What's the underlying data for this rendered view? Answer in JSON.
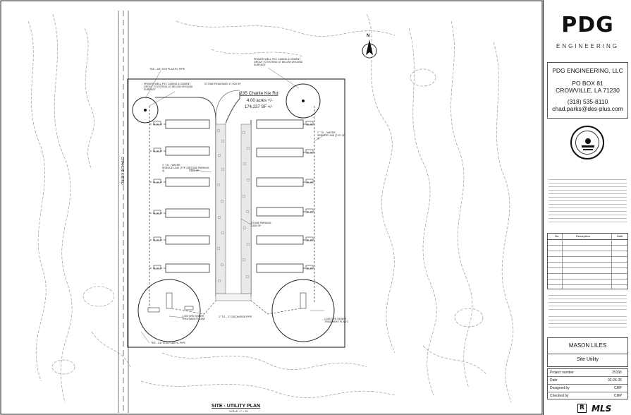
{
  "title_block": {
    "logo_text": "PDG",
    "logo_subtext": "ENGINEERING",
    "company": "PDG ENGINEERING, LLC",
    "address_line1": "PO BOX 81",
    "address_line2": "CROWVILLE, LA 71230",
    "phone": "(318) 535-8110",
    "email": "chad.parks@des-plus.com",
    "revision_headers": [
      "No.",
      "Description",
      "Date"
    ],
    "project_name": "MASON LILES",
    "sheet_name": "Site Utility",
    "info_rows": [
      {
        "label": "Project number",
        "value": "25195"
      },
      {
        "label": "Date",
        "value": "02-26-25"
      },
      {
        "label": "Designed by",
        "value": "CMP"
      },
      {
        "label": "Checked by",
        "value": "CMP"
      }
    ],
    "badge_mark": "R",
    "badge_mls": "MLS"
  },
  "plan": {
    "address": "235 Charlie Kie Rd",
    "acres": "4.00 acres +/-",
    "sqft": "174,237 SF +/-",
    "road_label": "CHARLIE KIE RD",
    "sheet_title": "SITE - UTILITY PLAN",
    "scale": "SCALE: 1\" = 30'",
    "labels": {
      "private_well_top": "PRIVATE WELL PVC CASING & CEMENT GROUT TO EXTEND 10' BELOW GROUND SURFACE",
      "private_well_left": "PRIVATE WELL PVC CASING & CEMENT GROUT TO EXTEND 10' BELOW GROUND SURFACE",
      "tee": "TEE - 1/8\" SCH PLASTIC PIPE",
      "stone_roadway": "STONE ROADWAY 17,000 SF",
      "water_service": "1\" T.S. - WATER SERVICE LINE (TYP. OF 4)",
      "water_service_r": "1\" T.S. - WATER SERVICE LINE (TYP. OF 4)",
      "stone_parking_l": "STONE PARKING 3,800 SF",
      "stone_parking_r": "STONE PARKING 3,800 SF",
      "treatment_l": "1,000 GPD SEWER TREATMENT PLANT",
      "treatment_r": "1,000 GPD SEWER TREATMENT PLANT",
      "discharge": "1\" T.S. - 2\" DISCHARGE PIPE",
      "tee_bottom": "TEE - 1/8\" SCH PLASTIC PIPE"
    }
  }
}
